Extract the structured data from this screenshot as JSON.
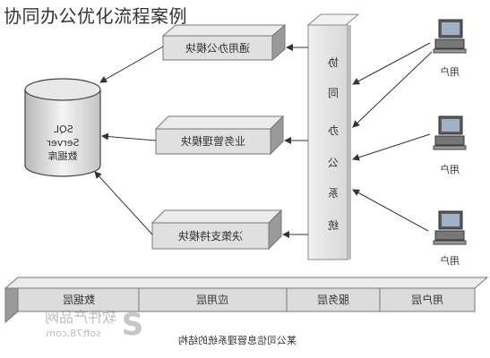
{
  "title": "协同办公优化流程案例",
  "modules": [
    {
      "label": "通用办公模块"
    },
    {
      "label": "业务管理模块"
    },
    {
      "label": "决策支持模块"
    }
  ],
  "database": {
    "lines": [
      "SQL",
      "Server",
      "数据库"
    ]
  },
  "platform": {
    "chars": [
      "协",
      "同",
      "办",
      "公",
      "系",
      "统"
    ]
  },
  "users": [
    {
      "label": "用户"
    },
    {
      "label": "用户"
    },
    {
      "label": "用户"
    }
  ],
  "layers": [
    {
      "label": "数据层"
    },
    {
      "label": "应用层"
    },
    {
      "label": "服务层"
    },
    {
      "label": "用户层"
    }
  ],
  "watermark": {
    "brand": "软件产品网",
    "url": "soft78.com"
  },
  "caption": "某公司信息管理系统的结构"
}
